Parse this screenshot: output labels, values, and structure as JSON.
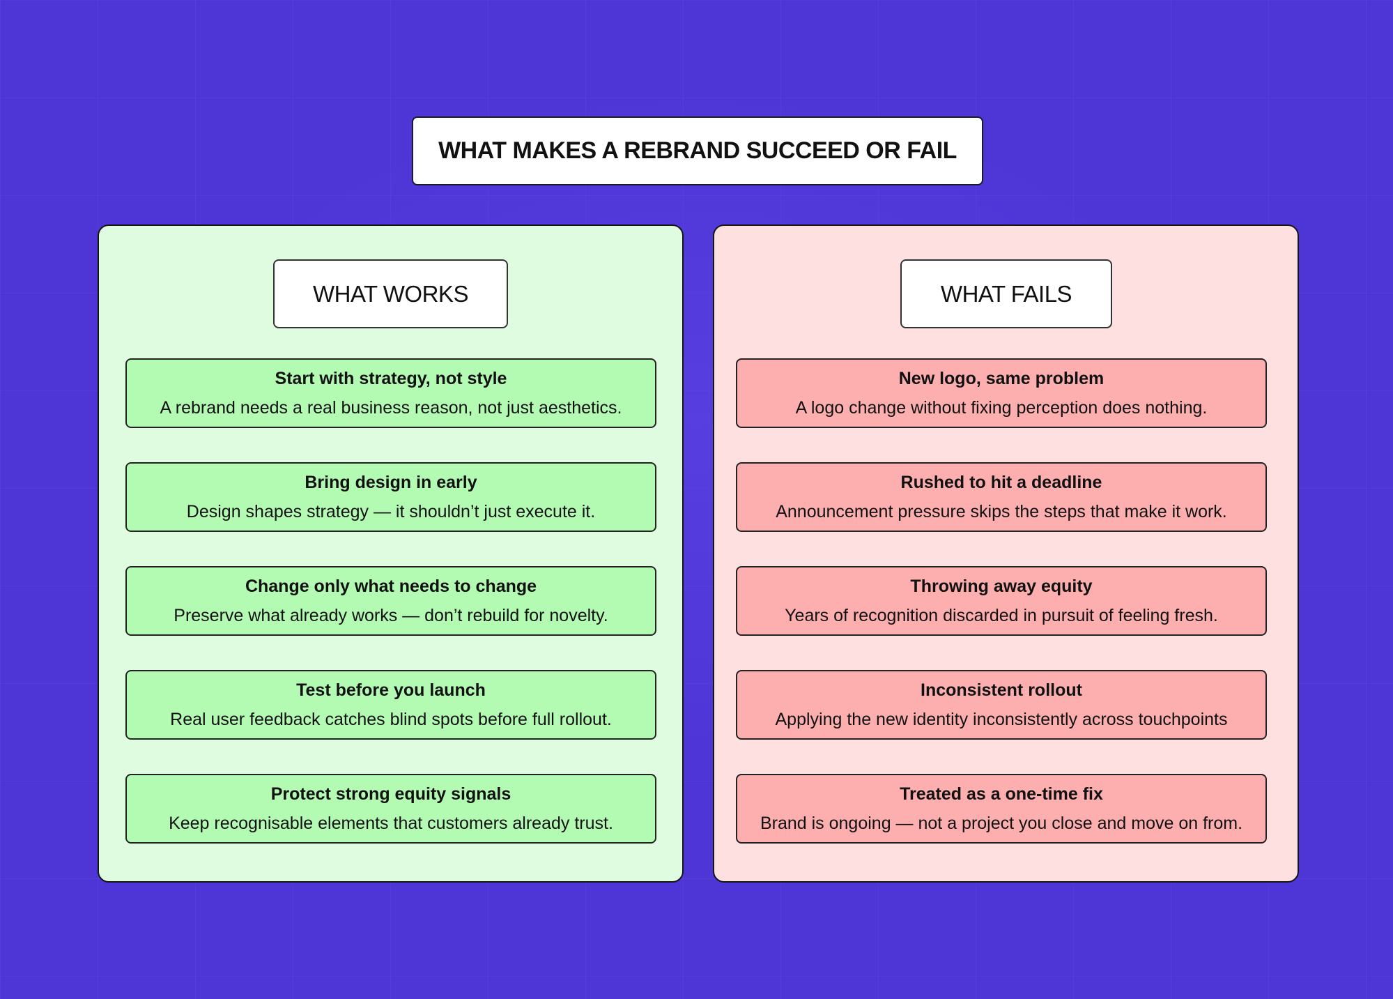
{
  "title": "WHAT MAKES A REBRAND SUCCEED OR FAIL",
  "works": {
    "header": "WHAT WORKS",
    "items": [
      {
        "title": "Start with strategy, not style",
        "desc": "A rebrand needs a real business reason, not just aesthetics."
      },
      {
        "title": "Bring design in early",
        "desc": "Design shapes strategy — it shouldn’t just execute it."
      },
      {
        "title": "Change only what needs to change",
        "desc": "Preserve what already works — don’t rebuild for novelty."
      },
      {
        "title": "Test before you launch",
        "desc": "Real user feedback catches blind spots before full rollout."
      },
      {
        "title": "Protect strong equity signals",
        "desc": "Keep recognisable elements that customers already trust."
      }
    ]
  },
  "fails": {
    "header": "WHAT FAILS",
    "items": [
      {
        "title": "New logo, same problem",
        "desc": "A logo change without fixing perception does nothing."
      },
      {
        "title": "Rushed to hit a deadline",
        "desc": "Announcement pressure skips the steps that make it work."
      },
      {
        "title": "Throwing away equity",
        "desc": "Years of recognition discarded in pursuit of feeling fresh."
      },
      {
        "title": "Inconsistent rollout",
        "desc": "Applying the new identity inconsistently across touchpoints"
      },
      {
        "title": "Treated as a one-time fix",
        "desc": "Brand is ongoing — not a project you close and move on from."
      }
    ]
  },
  "colors": {
    "background": "#4d35d6",
    "works_panel": "#e0fce0",
    "works_item": "#b3fbb3",
    "fails_panel": "#ffe0e0",
    "fails_item": "#fdaeae"
  }
}
